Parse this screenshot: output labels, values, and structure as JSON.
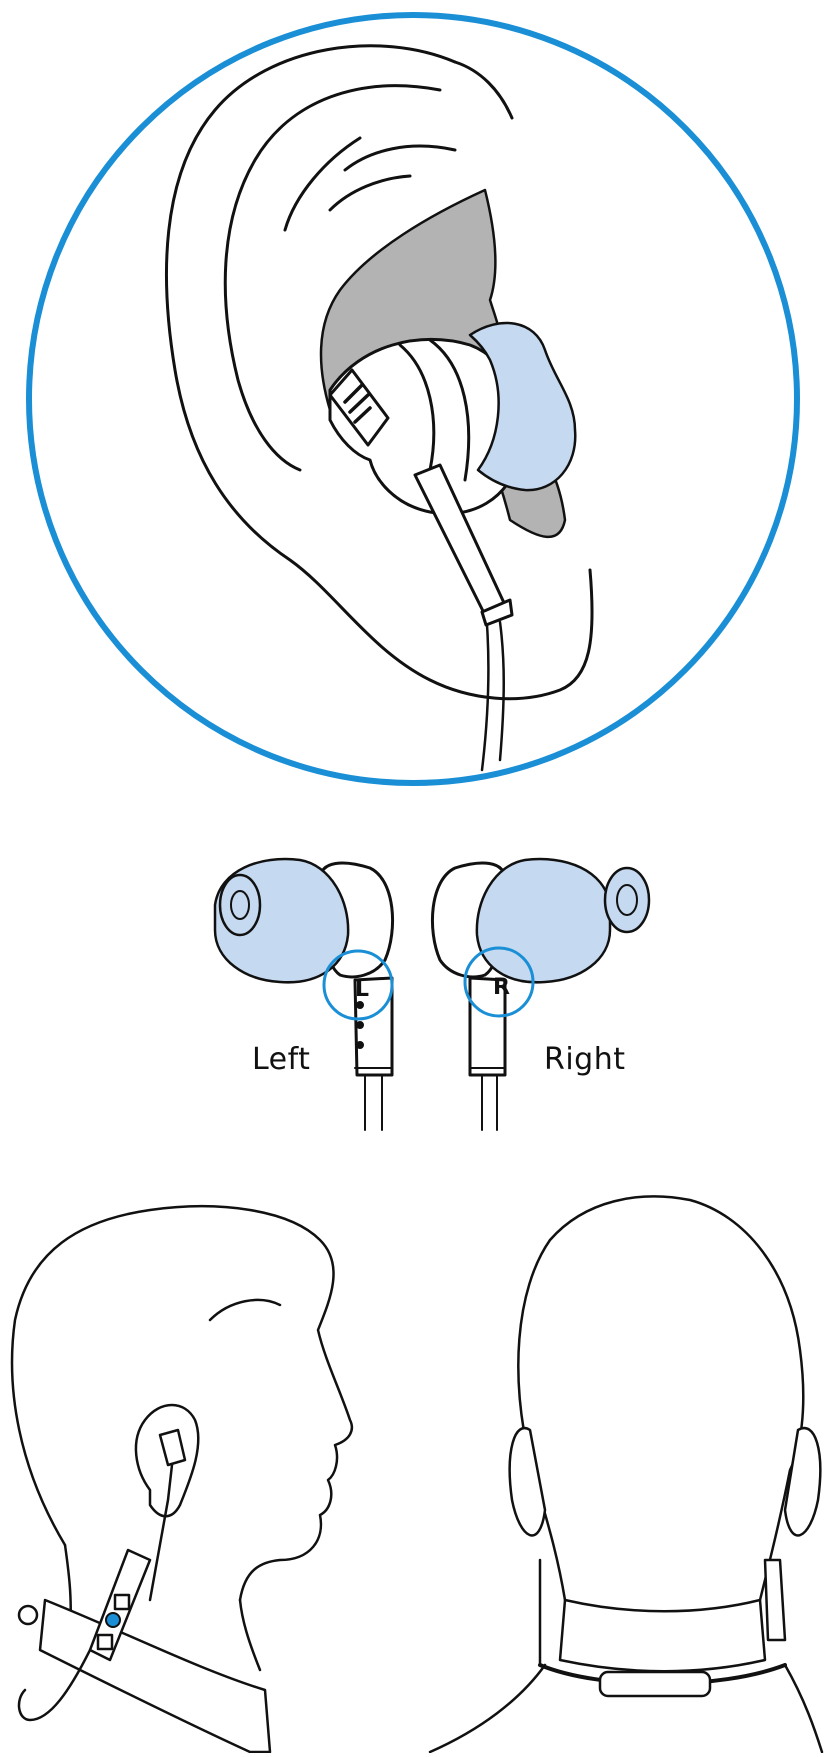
{
  "labels": {
    "left": "Left",
    "right": "Right",
    "left_marker": "L",
    "right_marker": "R"
  },
  "colors": {
    "accent_blue": "#1a8fd6",
    "eartip_blue": "#c5d9f0",
    "ear_shadow_gray": "#b3b3b3",
    "line": "#111111"
  },
  "figures": [
    {
      "name": "ear-closeup",
      "description_icon": "earbud-in-ear-icon"
    },
    {
      "name": "earbud-pair",
      "description_icon": "earbud-left-right-icon"
    },
    {
      "name": "wearing-side-view",
      "description_icon": "head-side-icon"
    },
    {
      "name": "wearing-back-view",
      "description_icon": "head-back-icon"
    }
  ]
}
